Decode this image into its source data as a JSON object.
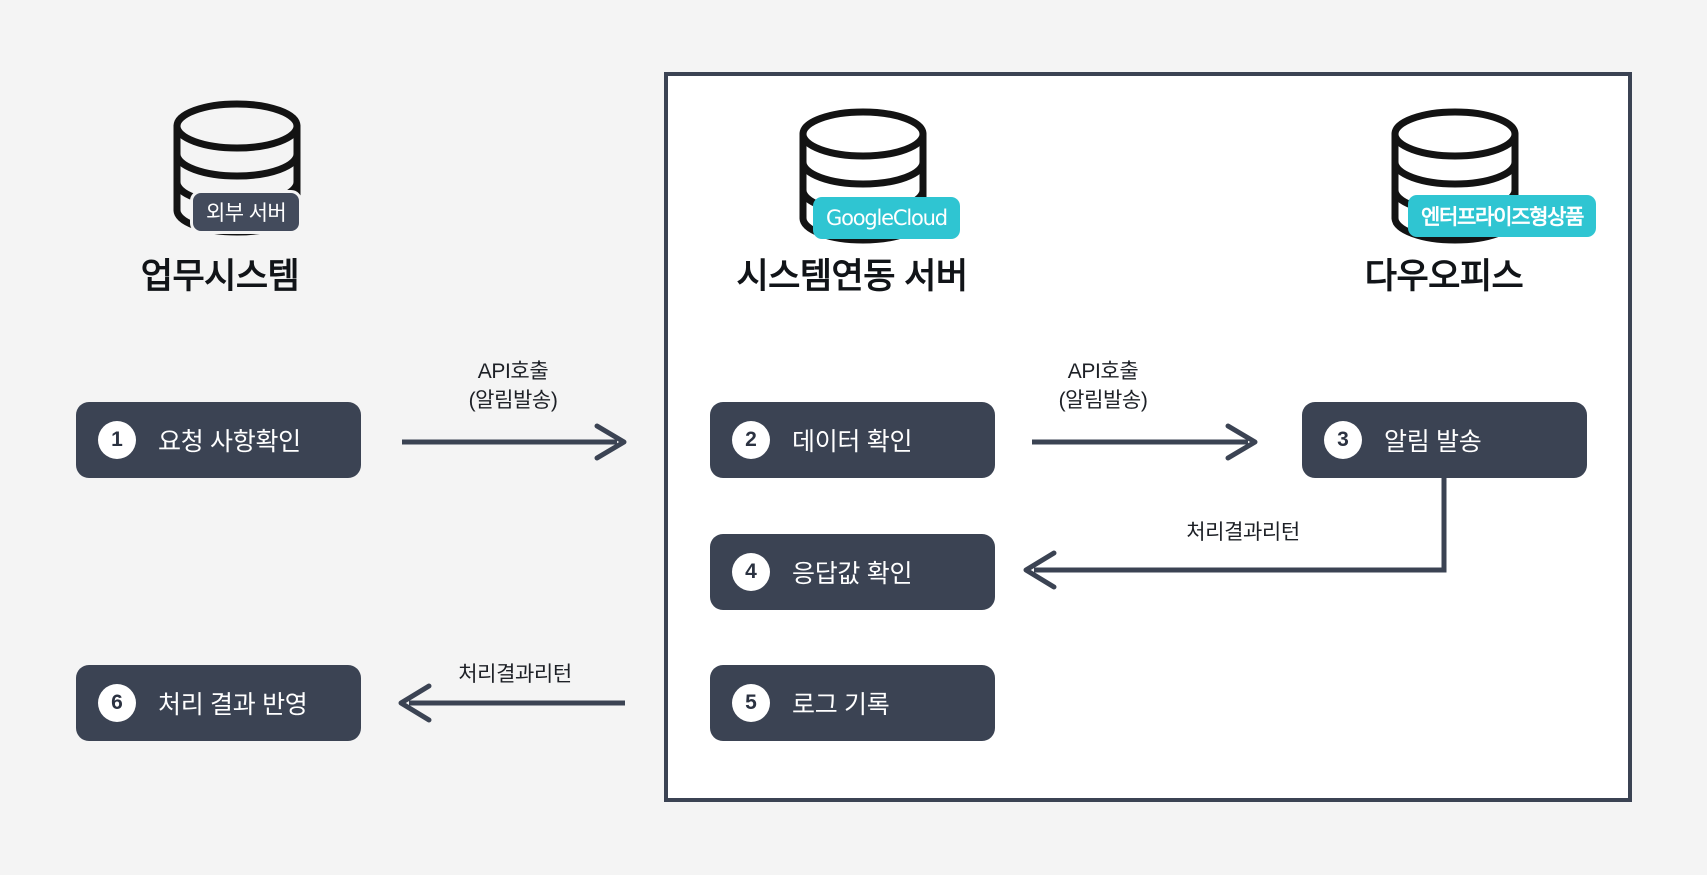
{
  "diagram": {
    "title_hidden": "",
    "colors": {
      "page_background": "#f4f4f4",
      "panel_border": "#3b4353",
      "panel_fill": "#ffffff",
      "step_pill": "#3b4353",
      "badge_cloud": "#2fc5d2",
      "badge_external": "#434b5c",
      "arrow": "#3b4353",
      "text_dark": "#111418",
      "text_light": "#ffffff"
    },
    "columns": [
      {
        "id": "col-business",
        "title": "업무시스템",
        "icon": "database-cylinder-icon",
        "badge": "외부 서버"
      },
      {
        "id": "col-integration",
        "title": "시스템연동 서버",
        "icon": "database-cylinder-icon",
        "badge": "GoogleCloud"
      },
      {
        "id": "col-daouoffice",
        "title": "다우오피스",
        "icon": "database-cylinder-icon",
        "badge": "엔터프라이즈형상품"
      }
    ],
    "steps": [
      {
        "num": "1",
        "label": "요청 사항확인"
      },
      {
        "num": "2",
        "label": "데이터 확인"
      },
      {
        "num": "3",
        "label": "알림 발송"
      },
      {
        "num": "4",
        "label": "응답값 확인"
      },
      {
        "num": "5",
        "label": "로그 기록"
      },
      {
        "num": "6",
        "label": "처리 결과 반영"
      }
    ],
    "arrow_labels": {
      "a_line1": "API호출",
      "a_line2": "(알림발송)",
      "b_line1": "API호출",
      "b_line2": "(알림발송)",
      "c": "처리결과리턴",
      "d": "처리결과리턴"
    }
  }
}
